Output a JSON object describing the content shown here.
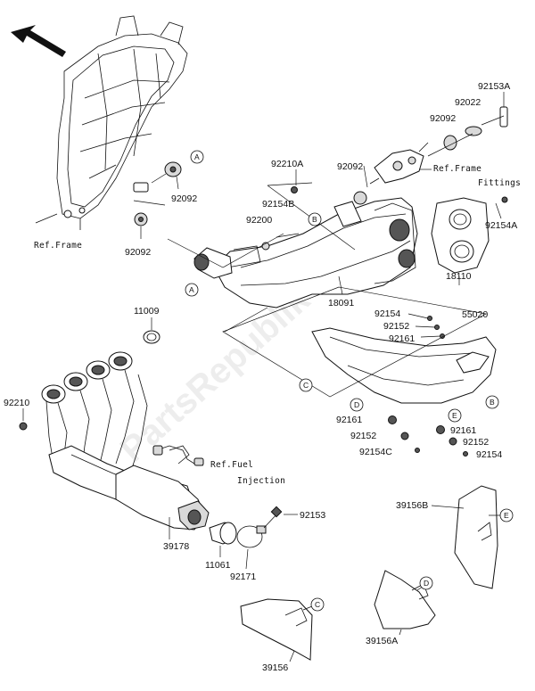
{
  "watermark": "PartsRepublik",
  "part_labels": {
    "p92153A": "92153A",
    "p92022": "92022",
    "p92092_top": "92092",
    "p92092_mid": "92092",
    "p92092_frame": "92092",
    "p92092_lower": "92092",
    "p92210A": "92210A",
    "p92154B": "92154B",
    "p92200": "92200",
    "p92154A": "92154A",
    "p18110": "18110",
    "p18091": "18091",
    "p11009": "11009",
    "p92154_top": "92154",
    "p92152_top": "92152",
    "p92161_top": "92161",
    "p55020": "55020",
    "p92210": "92210",
    "p92161_left": "92161",
    "p92152_left": "92152",
    "p92154C": "92154C",
    "p92161_right": "92161",
    "p92152_right": "92152",
    "p92154_right": "92154",
    "p39178": "39178",
    "p92153": "92153",
    "p11061": "11061",
    "p92171": "92171",
    "p39156B": "39156B",
    "p39156A": "39156A",
    "p39156": "39156"
  },
  "notes": {
    "ref_frame_top": "Ref.Frame",
    "fittings": "Fittings",
    "ref_frame_left": "Ref.Frame",
    "ref_fuel_line1": "Ref.Fuel",
    "ref_fuel_line2": "Injection"
  },
  "callouts": {
    "a1": "A",
    "a2": "A",
    "b1": "B",
    "b2": "B",
    "c1": "C",
    "c2": "C",
    "d1": "D",
    "d2": "D",
    "e1": "E",
    "e2": "E"
  }
}
